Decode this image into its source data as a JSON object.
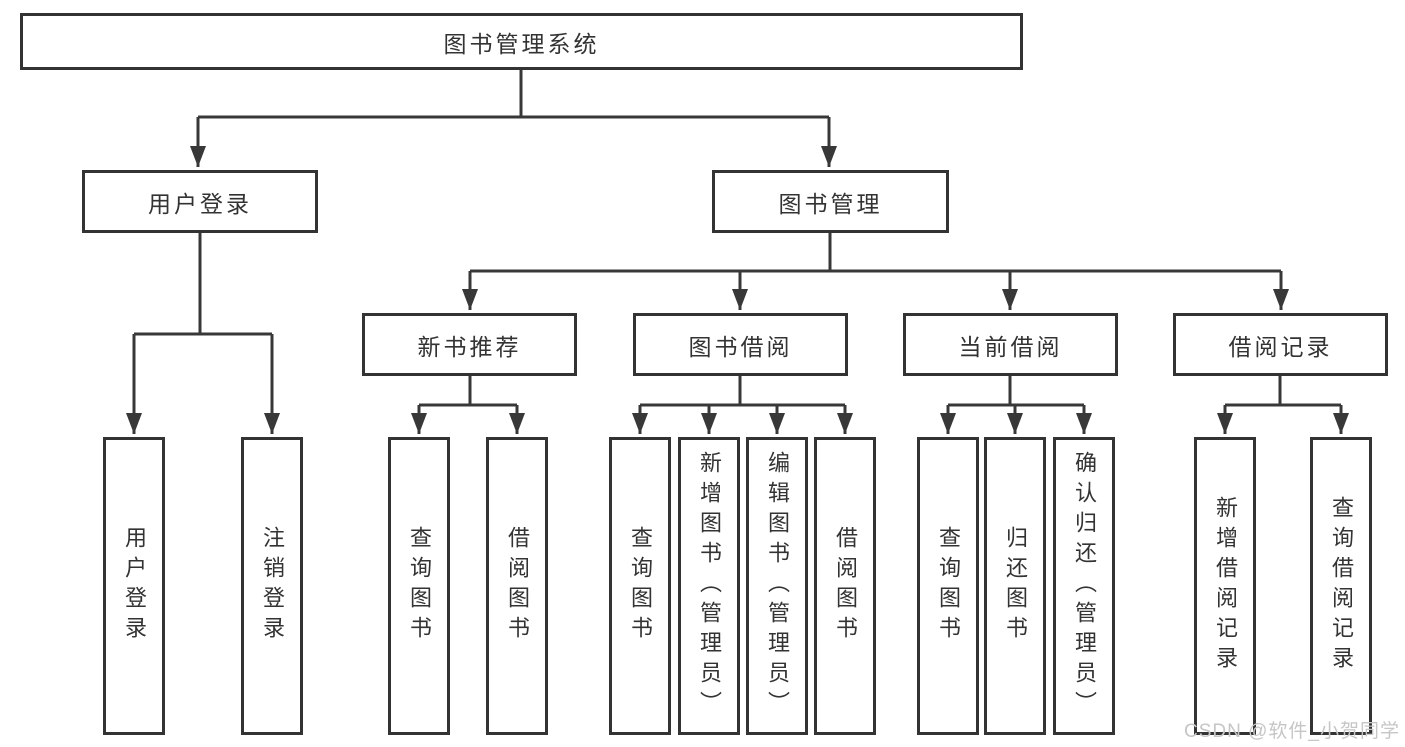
{
  "colors": {
    "line": "#383838",
    "box_border": "#333333",
    "text": "#333333",
    "background": "#ffffff",
    "watermark": "#c6c6c6"
  },
  "watermark": "CSDN @软件_小贺同学",
  "tree": {
    "label": "图书管理系统",
    "children": [
      {
        "label": "用户登录",
        "children": [
          {
            "label": "用户登录"
          },
          {
            "label": "注销登录"
          }
        ]
      },
      {
        "label": "图书管理",
        "children": [
          {
            "label": "新书推荐",
            "children": [
              {
                "label": "查询图书"
              },
              {
                "label": "借阅图书"
              }
            ]
          },
          {
            "label": "图书借阅",
            "children": [
              {
                "label": "查询图书"
              },
              {
                "label": "新增图书（管理员）"
              },
              {
                "label": "编辑图书（管理员）"
              },
              {
                "label": "借阅图书"
              }
            ]
          },
          {
            "label": "当前借阅",
            "children": [
              {
                "label": "查询图书"
              },
              {
                "label": "归还图书"
              },
              {
                "label": "确认归还（管理员）"
              }
            ]
          },
          {
            "label": "借阅记录",
            "children": [
              {
                "label": "新增借阅记录"
              },
              {
                "label": "查询借阅记录"
              }
            ]
          }
        ]
      }
    ]
  }
}
